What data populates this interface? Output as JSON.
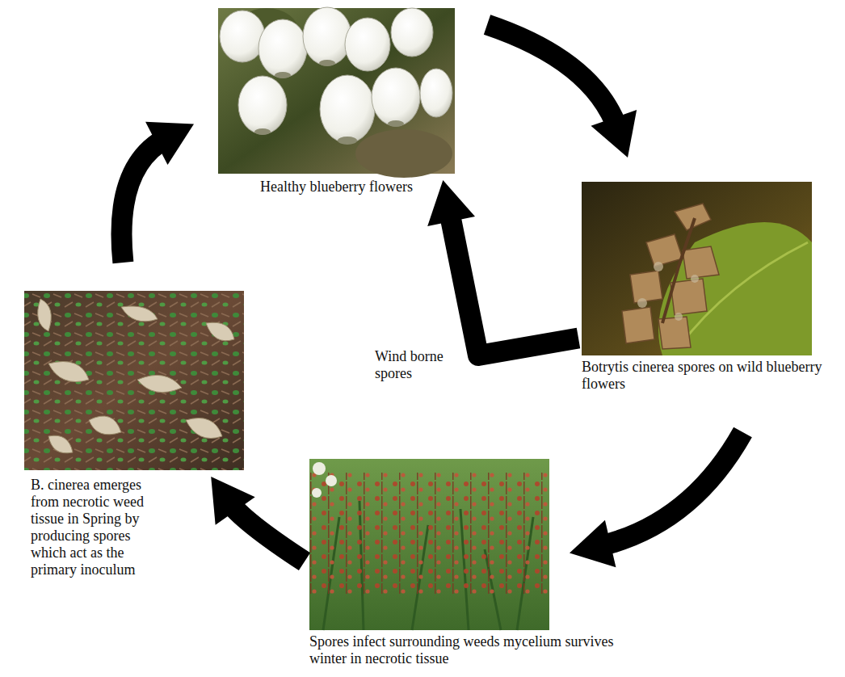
{
  "diagram": {
    "nodes": [
      {
        "text": [
          "Healthy blueberry flowers"
        ]
      },
      {
        "text": [
          "Botrytis cinerea spores on wild blueberry flowers"
        ]
      },
      {
        "text": [
          "Spores infect surrounding weeds mycelium survives winter in necrotic tissue"
        ]
      },
      {
        "text": [
          "B. cinerea emerges from necrotic weed tissue in Spring by producing spores which act as the primary inoculum"
        ]
      }
    ],
    "edges": [
      {
        "from": 0,
        "to": 1,
        "arrow": "to"
      },
      {
        "from": 1,
        "to": 0,
        "label": "Wind borne spores",
        "arrow": "to"
      },
      {
        "from": 1,
        "to": 2,
        "arrow": "to"
      },
      {
        "from": 2,
        "to": 3,
        "arrow": "to"
      },
      {
        "from": 3,
        "to": 0,
        "arrow": "to"
      }
    ]
  }
}
